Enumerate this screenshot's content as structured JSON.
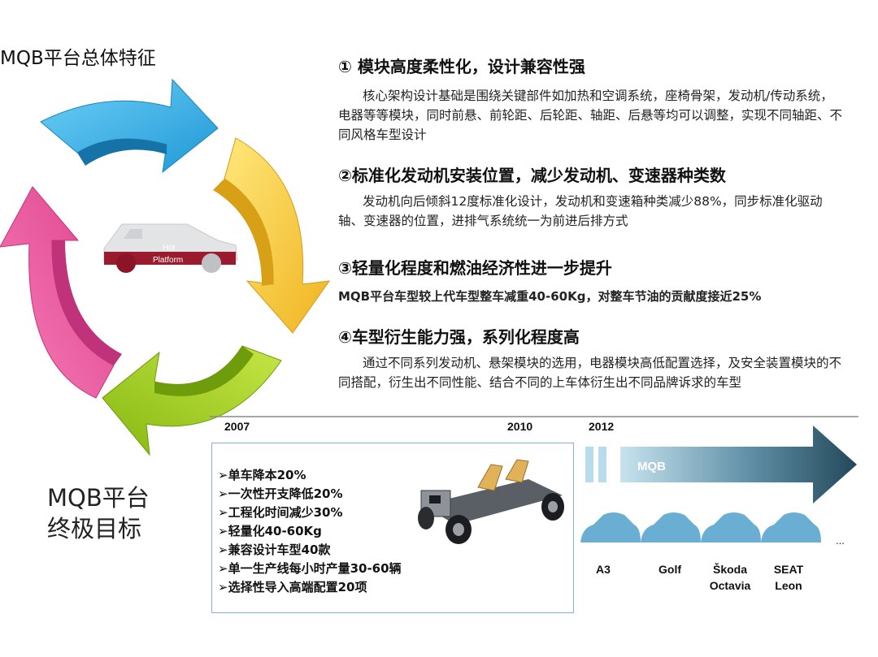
{
  "header": {
    "title": "MQB平台总体特征"
  },
  "cycle": {
    "car_label_line1": "Hot",
    "car_label_line2": "Platform"
  },
  "sections": [
    {
      "title": "① 模块高度柔性化，设计兼容性强",
      "body": "核心架构设计基础是围绕关键部件如加热和空调系统，座椅骨架，发动机/传动系统，电器等等模块，同时前悬、前轮距、后轮距、轴距、后悬等均可以调整，实现不同轴距、不同风格车型设计"
    },
    {
      "title": "②标准化发动机安装位置，减少发动机、变速器种类数",
      "body": "发动机向后倾斜12度标准化设计，发动机和变速箱种类减少88%，同步标准化驱动轴、变速器的位置，进排气系统统一为前进后排方式"
    },
    {
      "title": "③轻量化程度和燃油经济性进一步提升",
      "body": "MQB平台车型较上代车型整车减重40-60Kg，对整车节油的贡献度接近25%"
    },
    {
      "title": "④车型衍生能力强，系列化程度高",
      "body": "通过不同系列发动机、悬架模块的选用，电器模块高低配置选择，及安全装置模块的不同搭配，衍生出不同性能、结合不同的上车体衍生出不同品牌诉求的车型"
    }
  ],
  "timeline": {
    "years": [
      "2007",
      "2010",
      "2012"
    ],
    "arrow_label": "MQB",
    "ellipsis": "...",
    "cars": [
      {
        "line1": "A3",
        "line2": ""
      },
      {
        "line1": "Golf",
        "line2": ""
      },
      {
        "line1": "Škoda",
        "line2": "Octavia"
      },
      {
        "line1": "SEAT",
        "line2": "Leon"
      }
    ]
  },
  "goals": {
    "title_line1": "MQB平台",
    "title_line2": "终极目标",
    "items": [
      "➢单车降本20%",
      "➢一次性开支降低20%",
      "➢工程化时间减少30%",
      "➢轻量化40-60Kg",
      "➢兼容设计车型40款",
      "➢单一生产线每小时产量30-60辆",
      "➢选择性导入高端配置20项"
    ]
  },
  "colors": {
    "blue_arrow": "#3ab4e8",
    "yellow_arrow": "#f6c93a",
    "green_arrow": "#9ccb1e",
    "pink_arrow": "#e94f9a",
    "timeline_arrow": "#2f5c70",
    "car_silhouette": "#6aaed3"
  }
}
